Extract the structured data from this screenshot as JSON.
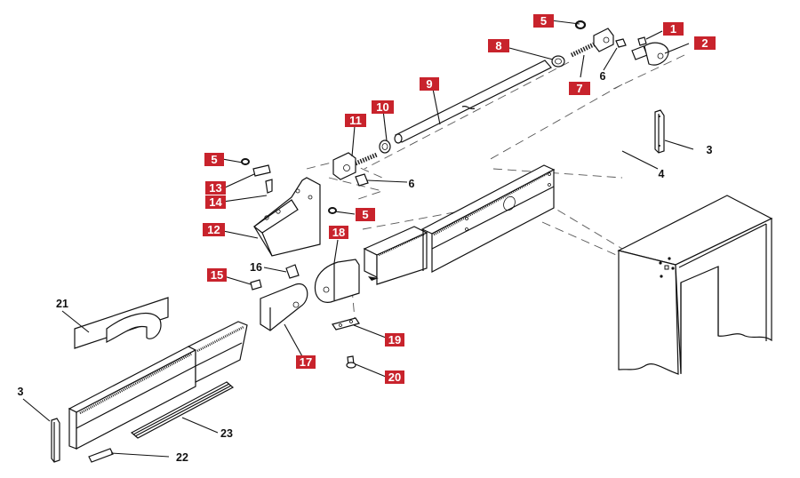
{
  "diagram": {
    "title": "Exploded parts diagram - door closer arm assembly",
    "accent_color": "#c8232c",
    "callouts": [
      {
        "id": "c1",
        "number": "1",
        "style": "red-box"
      },
      {
        "id": "c2",
        "number": "2",
        "style": "red-box"
      },
      {
        "id": "c3a",
        "number": "3",
        "style": "plain"
      },
      {
        "id": "c3b",
        "number": "3",
        "style": "plain"
      },
      {
        "id": "c4",
        "number": "4",
        "style": "plain"
      },
      {
        "id": "c5a",
        "number": "5",
        "style": "red-box"
      },
      {
        "id": "c5b",
        "number": "5",
        "style": "red-box"
      },
      {
        "id": "c5c",
        "number": "5",
        "style": "red-box"
      },
      {
        "id": "c6a",
        "number": "6",
        "style": "plain"
      },
      {
        "id": "c6b",
        "number": "6",
        "style": "plain"
      },
      {
        "id": "c7",
        "number": "7",
        "style": "red-box"
      },
      {
        "id": "c8",
        "number": "8",
        "style": "red-box"
      },
      {
        "id": "c9",
        "number": "9",
        "style": "red-box"
      },
      {
        "id": "c10",
        "number": "10",
        "style": "red-box"
      },
      {
        "id": "c11",
        "number": "11",
        "style": "red-box"
      },
      {
        "id": "c12",
        "number": "12",
        "style": "red-box"
      },
      {
        "id": "c13",
        "number": "13",
        "style": "red-box"
      },
      {
        "id": "c14",
        "number": "14",
        "style": "red-box"
      },
      {
        "id": "c15",
        "number": "15",
        "style": "red-box"
      },
      {
        "id": "c16",
        "number": "16",
        "style": "plain"
      },
      {
        "id": "c17",
        "number": "17",
        "style": "red-box"
      },
      {
        "id": "c18",
        "number": "18",
        "style": "red-box"
      },
      {
        "id": "c19",
        "number": "19",
        "style": "red-box"
      },
      {
        "id": "c20",
        "number": "20",
        "style": "red-box"
      },
      {
        "id": "c21",
        "number": "21",
        "style": "plain"
      },
      {
        "id": "c22",
        "number": "22",
        "style": "plain"
      },
      {
        "id": "c23",
        "number": "23",
        "style": "plain"
      }
    ],
    "parts": [
      {
        "name": "set-screw",
        "callout": "1"
      },
      {
        "name": "pivot-spindle",
        "callout": "2"
      },
      {
        "name": "end-cap",
        "callout": "3"
      },
      {
        "name": "closer-body-block",
        "callout": "4"
      },
      {
        "name": "circlip",
        "callout": "5"
      },
      {
        "name": "bushing",
        "callout": "6"
      },
      {
        "name": "rod-end-eye-bolt",
        "callout": "7"
      },
      {
        "name": "lock-nut",
        "callout": "8"
      },
      {
        "name": "connecting-rod",
        "callout": "9"
      },
      {
        "name": "lock-nut",
        "callout": "10"
      },
      {
        "name": "rod-end-eye-bolt",
        "callout": "11"
      },
      {
        "name": "mounting-bracket",
        "callout": "12"
      },
      {
        "name": "pivot-pin",
        "callout": "13"
      },
      {
        "name": "bracket-screw",
        "callout": "14"
      },
      {
        "name": "dowel-pin",
        "callout": "15"
      },
      {
        "name": "spacer-sleeve",
        "callout": "16"
      },
      {
        "name": "arm-shoe",
        "callout": "17"
      },
      {
        "name": "slide-block",
        "callout": "18"
      },
      {
        "name": "plate",
        "callout": "19"
      },
      {
        "name": "bolt",
        "callout": "20"
      },
      {
        "name": "template-sheet",
        "callout": "21"
      },
      {
        "name": "slide-insert",
        "callout": "22"
      },
      {
        "name": "guide-rail-strip",
        "callout": "23"
      }
    ]
  }
}
